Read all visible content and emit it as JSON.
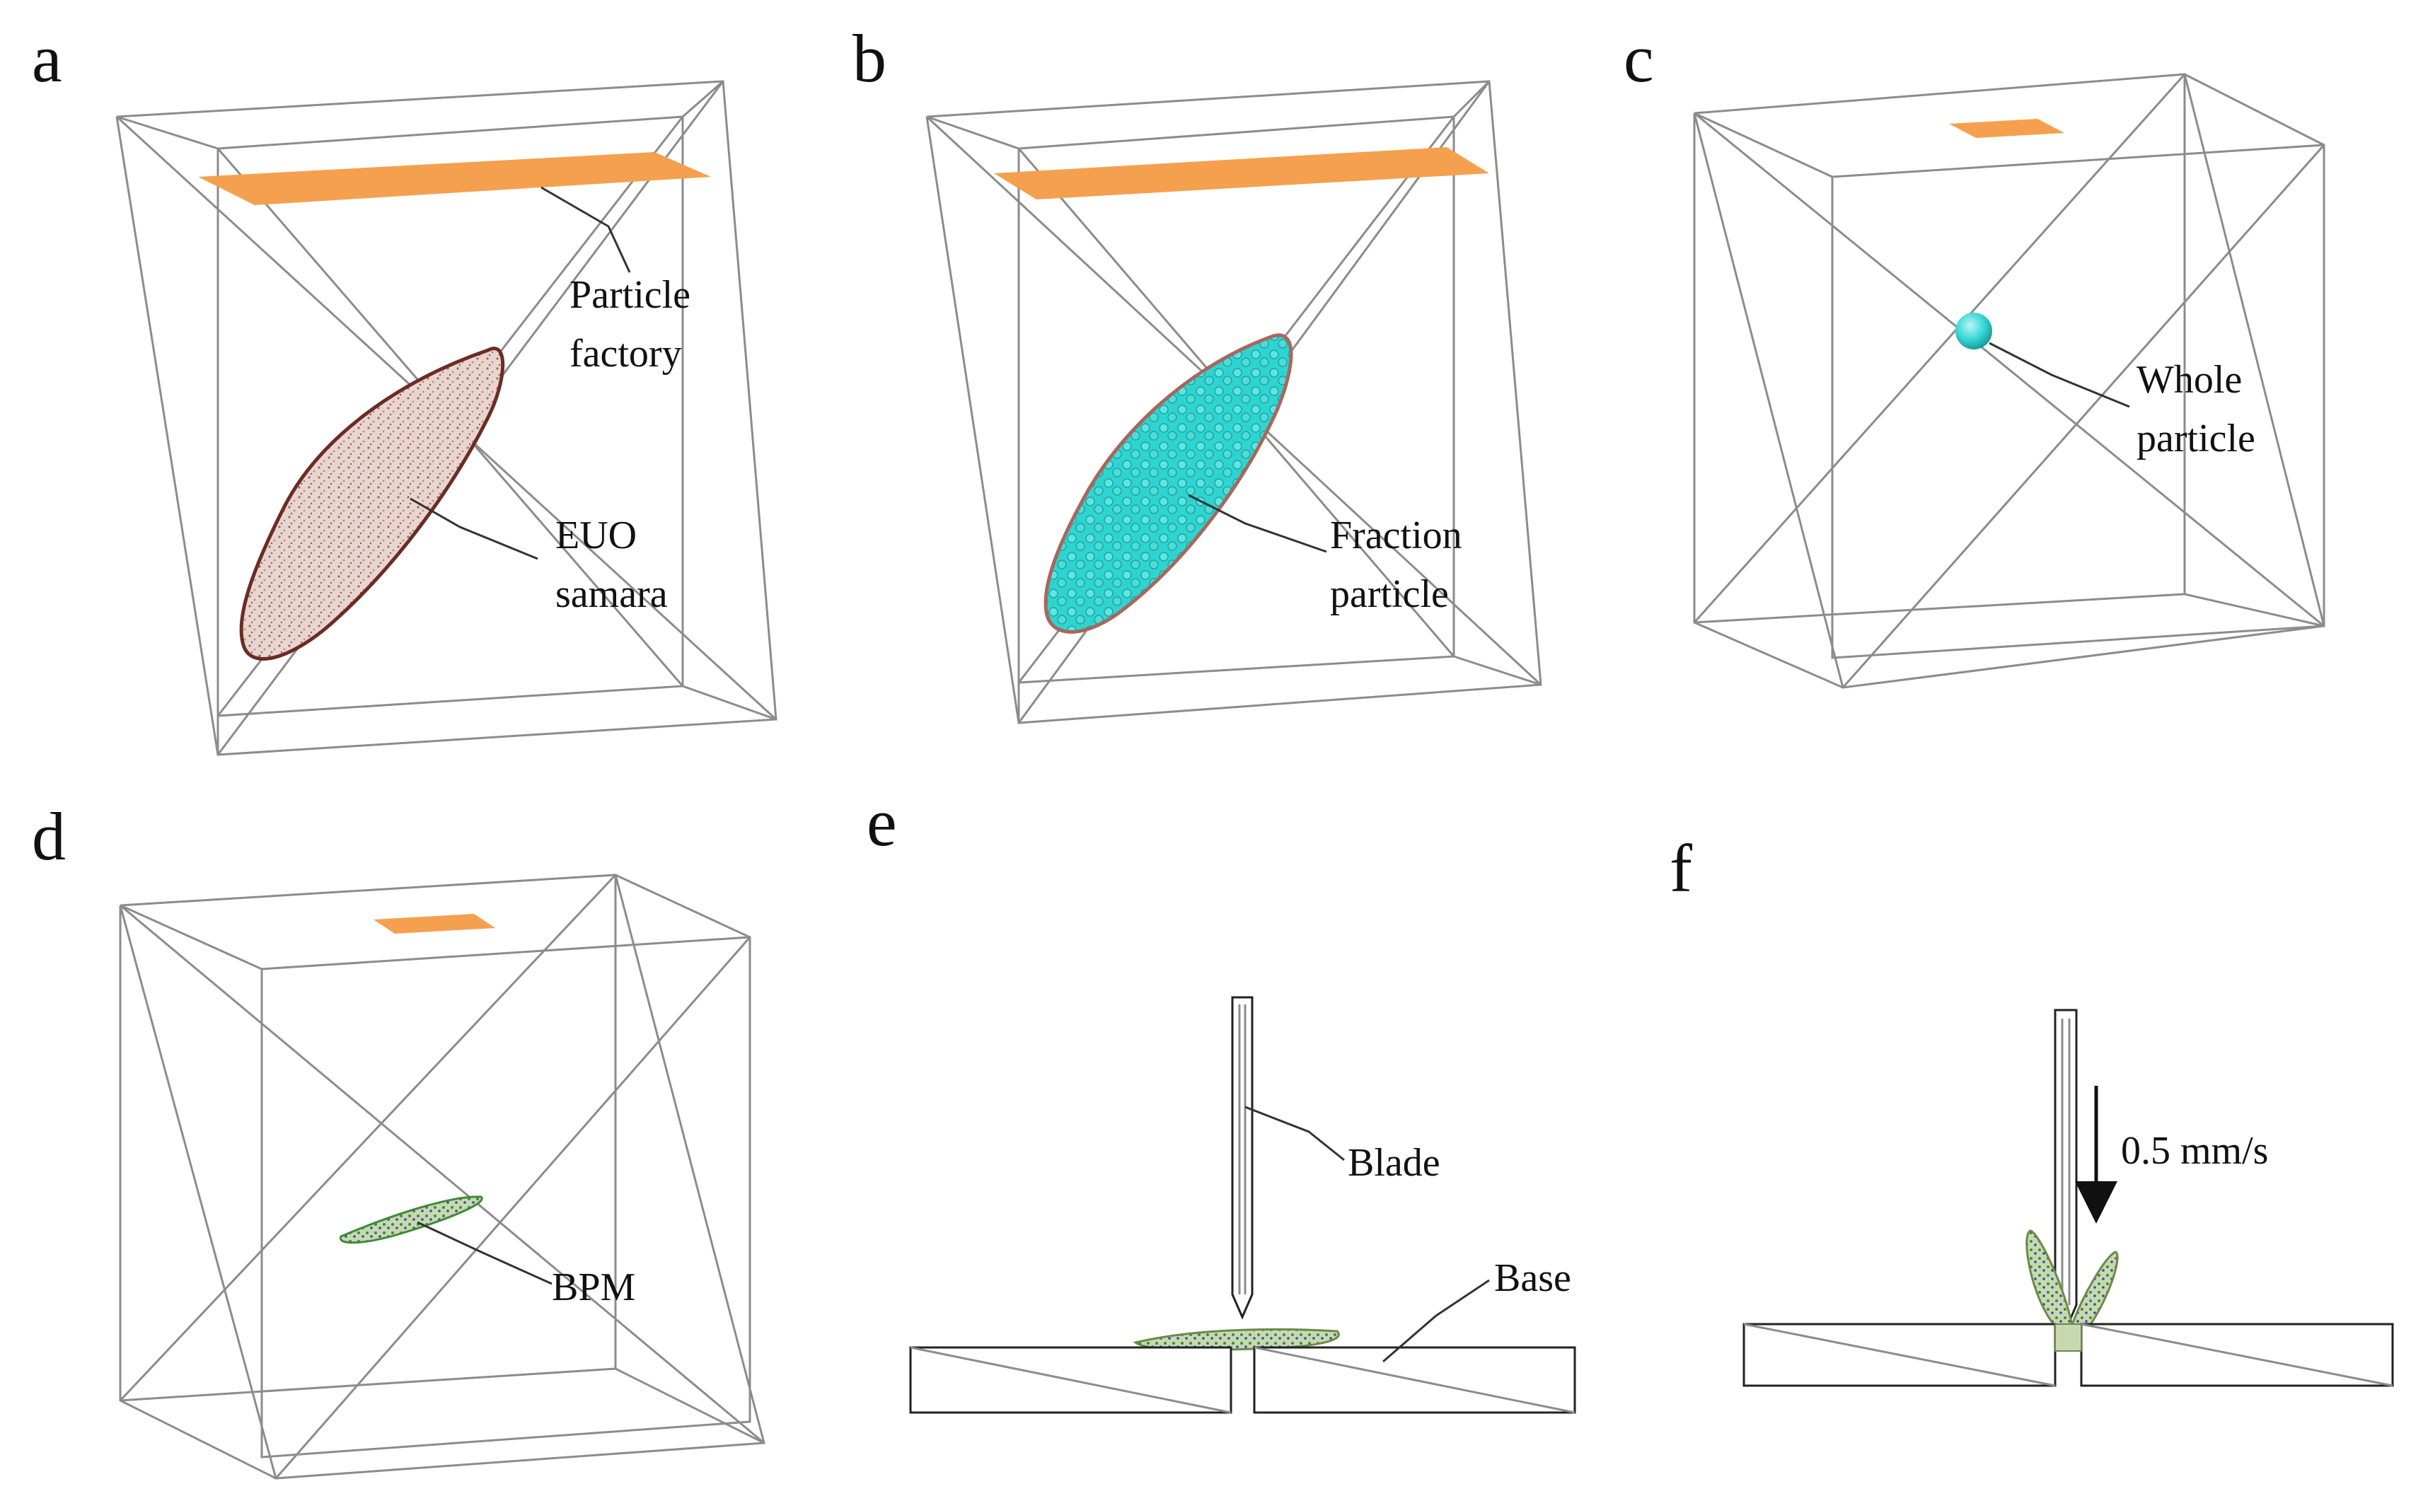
{
  "panels": {
    "a": {
      "letter": "a",
      "label1": "Particle",
      "label2": "factory",
      "label3": "EUO",
      "label4": "samara"
    },
    "b": {
      "letter": "b",
      "label1": "Fraction",
      "label2": "particle"
    },
    "c": {
      "letter": "c",
      "label1": "Whole",
      "label2": "particle"
    },
    "d": {
      "letter": "d",
      "label1": "BPM"
    },
    "e": {
      "letter": "e",
      "label1": "Blade",
      "label2": "Base"
    },
    "f": {
      "letter": "f",
      "label1": "0.5  mm/s"
    }
  },
  "colors": {
    "factory": "#f5a04f",
    "samara": "#a8675c",
    "fraction": "#2fd4d0",
    "whole": "#36d6d6",
    "bpm": "#7fb06a"
  }
}
